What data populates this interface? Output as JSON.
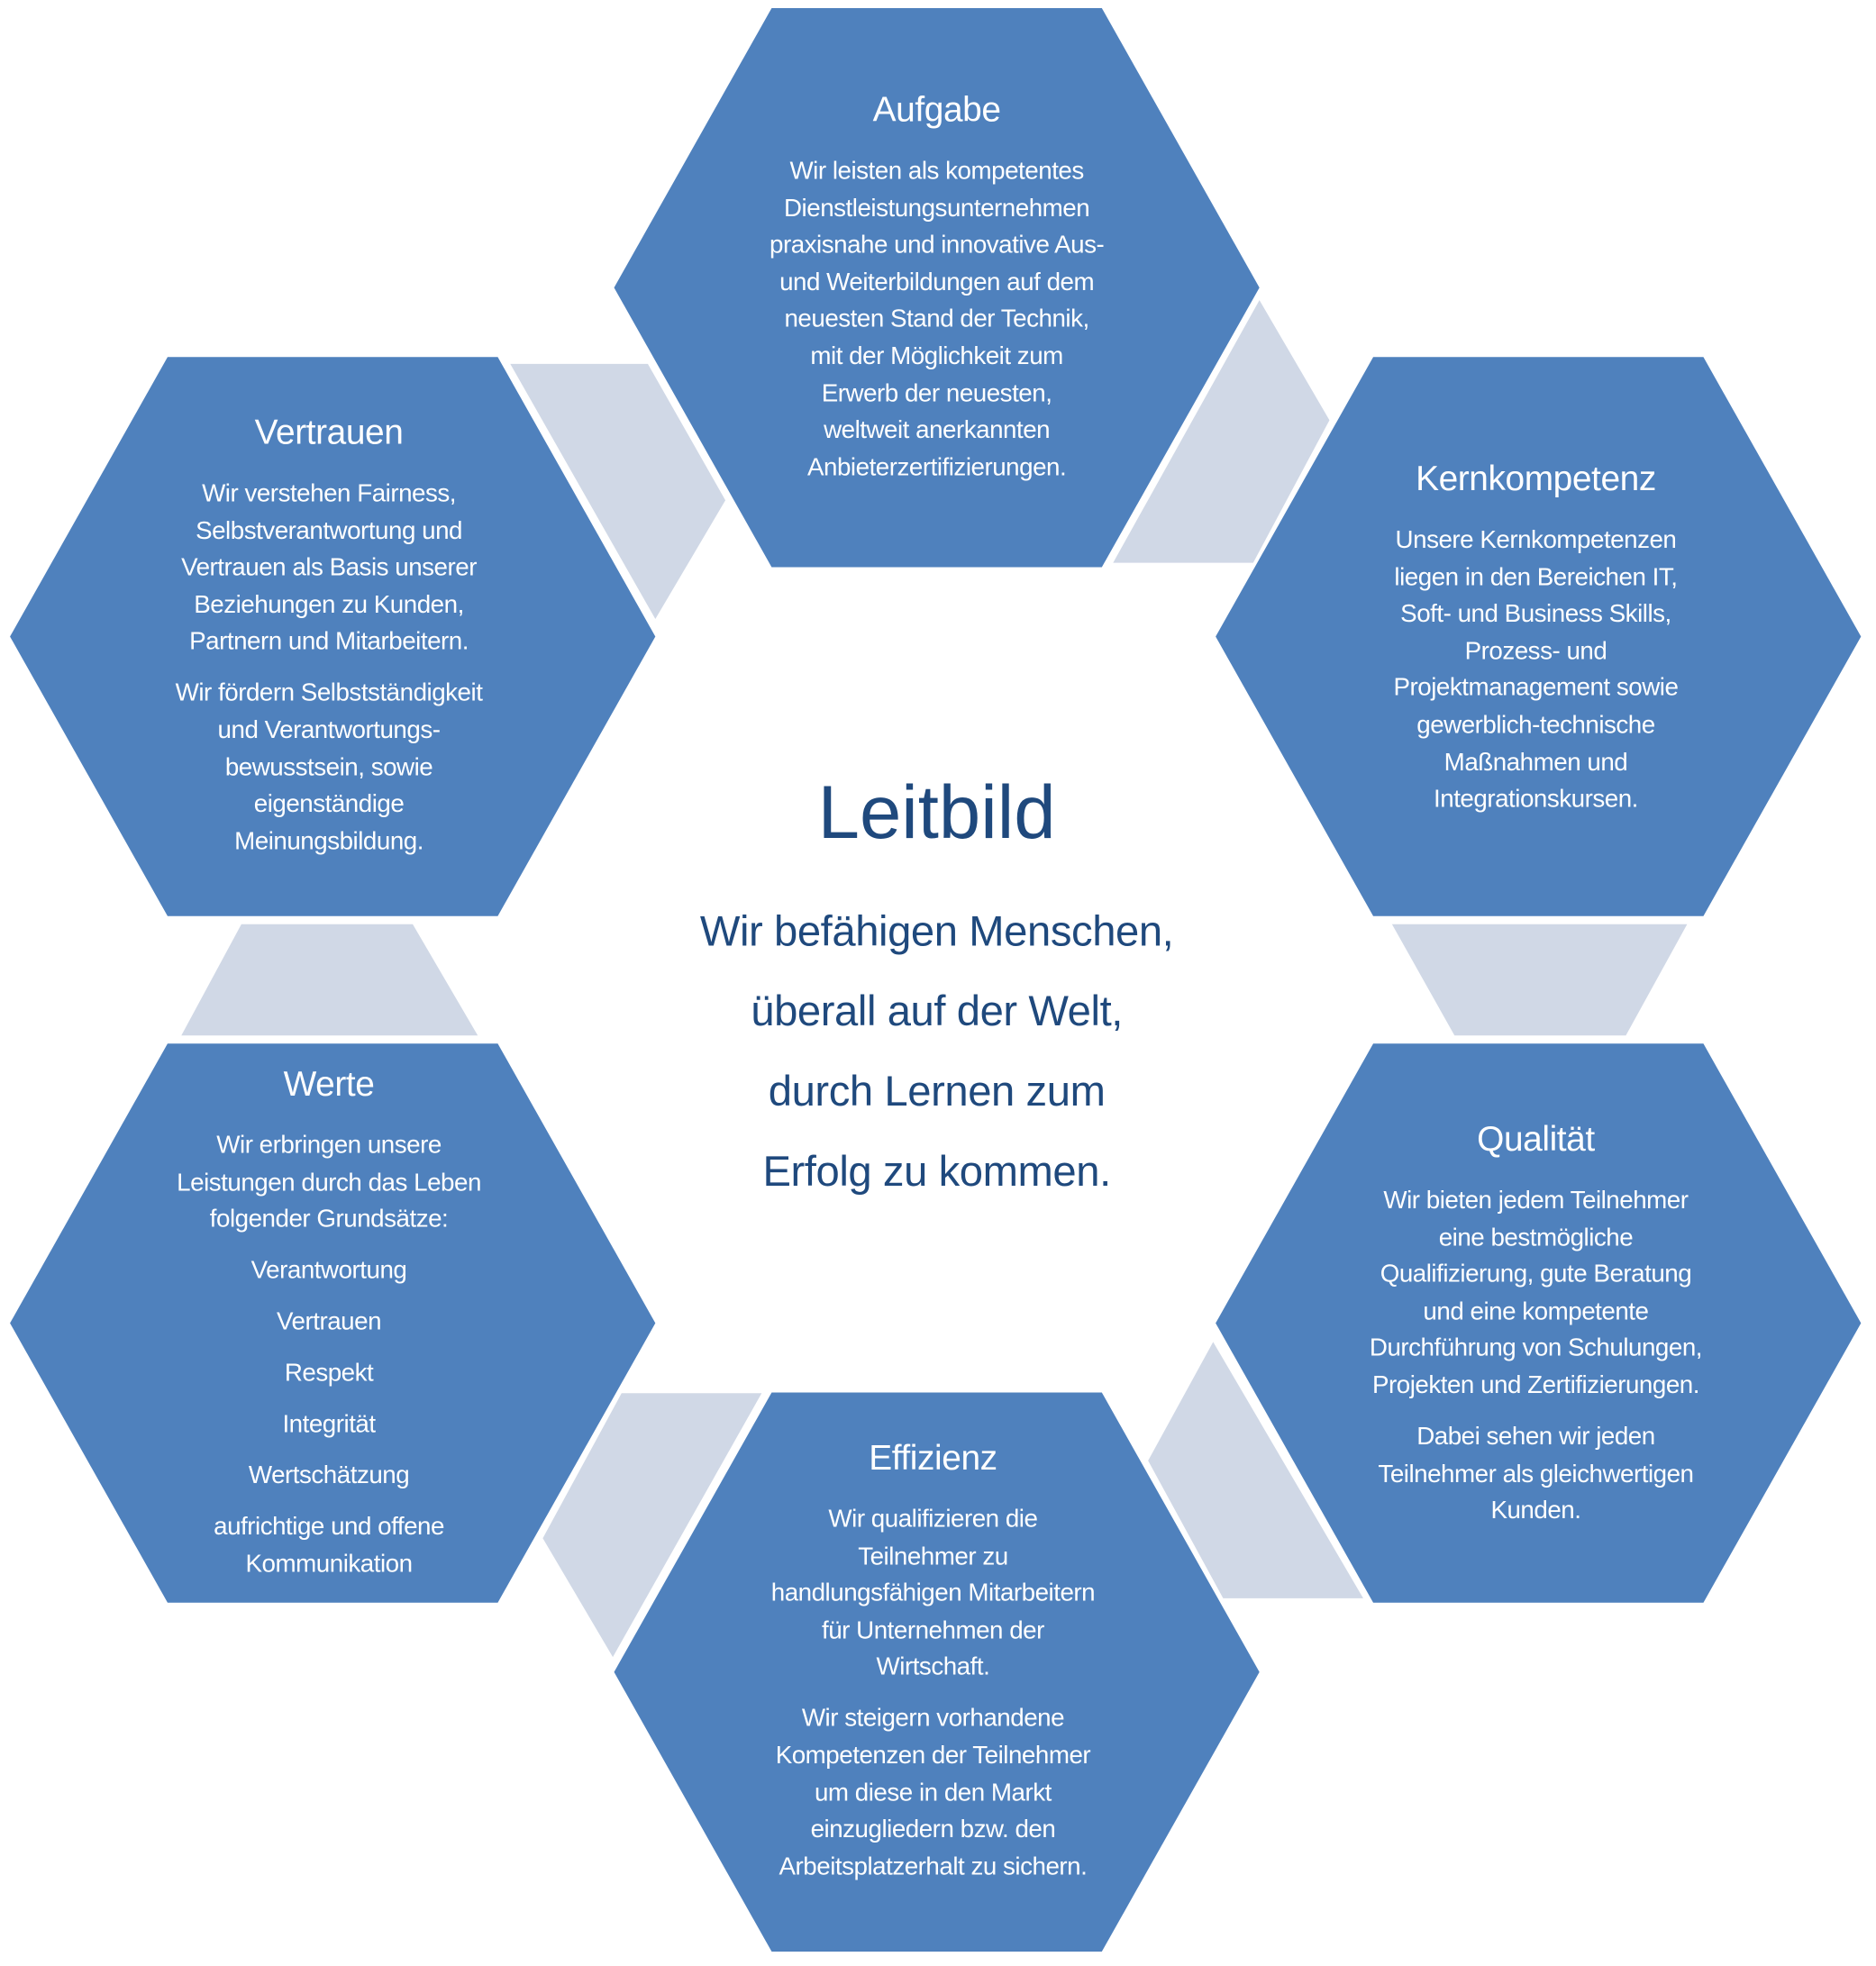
{
  "center": {
    "title": "Leitbild",
    "lines": [
      "Wir befähigen Menschen,",
      "überall auf der Welt,",
      "durch Lernen zum",
      "Erfolg zu kommen."
    ]
  },
  "colors": {
    "hexagon": "#4f81bd",
    "connector": "#d0d8e6",
    "center_text": "#1f497d",
    "hex_text": "#ffffff"
  },
  "hexagons": [
    {
      "title": "Aufgabe",
      "paragraphs": [
        [
          "Wir leisten als kompetentes",
          "Dienstleistungsunternehmen",
          "praxisnahe und innovative Aus-",
          "und Weiterbildungen auf dem",
          "neuesten Stand der Technik,",
          "mit der Möglichkeit zum",
          "Erwerb der neuesten,",
          "weltweit anerkannten",
          "Anbieterzertifizierungen."
        ]
      ]
    },
    {
      "title": "Kernkompetenz",
      "paragraphs": [
        [
          "Unsere Kernkompetenzen",
          "liegen in den Bereichen IT,",
          "Soft- und Business Skills,",
          "Prozess- und",
          "Projektmanagement sowie",
          "gewerblich-technische",
          "Maßnahmen und",
          "Integrationskursen."
        ]
      ]
    },
    {
      "title": "Qualität",
      "paragraphs": [
        [
          "Wir bieten jedem Teilnehmer",
          "eine bestmögliche",
          "Qualifizierung, gute Beratung",
          "und eine kompetente",
          "Durchführung von Schulungen,",
          "Projekten und Zertifizierungen."
        ],
        [
          "Dabei sehen wir jeden",
          "Teilnehmer als gleichwertigen",
          "Kunden."
        ]
      ]
    },
    {
      "title": "Effizienz",
      "paragraphs": [
        [
          "Wir qualifizieren die",
          "Teilnehmer zu",
          "handlungsfähigen Mitarbeitern",
          "für Unternehmen der",
          "Wirtschaft."
        ],
        [
          "Wir steigern vorhandene",
          "Kompetenzen der Teilnehmer",
          "um diese in den Markt",
          "einzugliedern bzw. den",
          "Arbeitsplatzerhalt zu sichern."
        ]
      ]
    },
    {
      "title": "Werte",
      "paragraphs": [
        [
          "Wir erbringen unsere",
          "Leistungen durch das  Leben",
          "folgender Grundsätze:"
        ],
        [
          "Verantwortung"
        ],
        [
          "Vertrauen"
        ],
        [
          "Respekt"
        ],
        [
          "Integrität"
        ],
        [
          "Wertschätzung"
        ],
        [
          "aufrichtige und offene",
          "Kommunikation"
        ]
      ]
    },
    {
      "title": "Vertrauen",
      "paragraphs": [
        [
          "Wir verstehen Fairness,",
          "Selbstverantwortung und",
          "Vertrauen als Basis unserer",
          "Beziehungen zu Kunden,",
          "Partnern und Mitarbeitern."
        ],
        [
          "Wir fördern Selbstständigkeit",
          "und Verantwortungs-",
          "bewusstsein, sowie",
          "eigenständige",
          "Meinungsbildung."
        ]
      ]
    }
  ]
}
